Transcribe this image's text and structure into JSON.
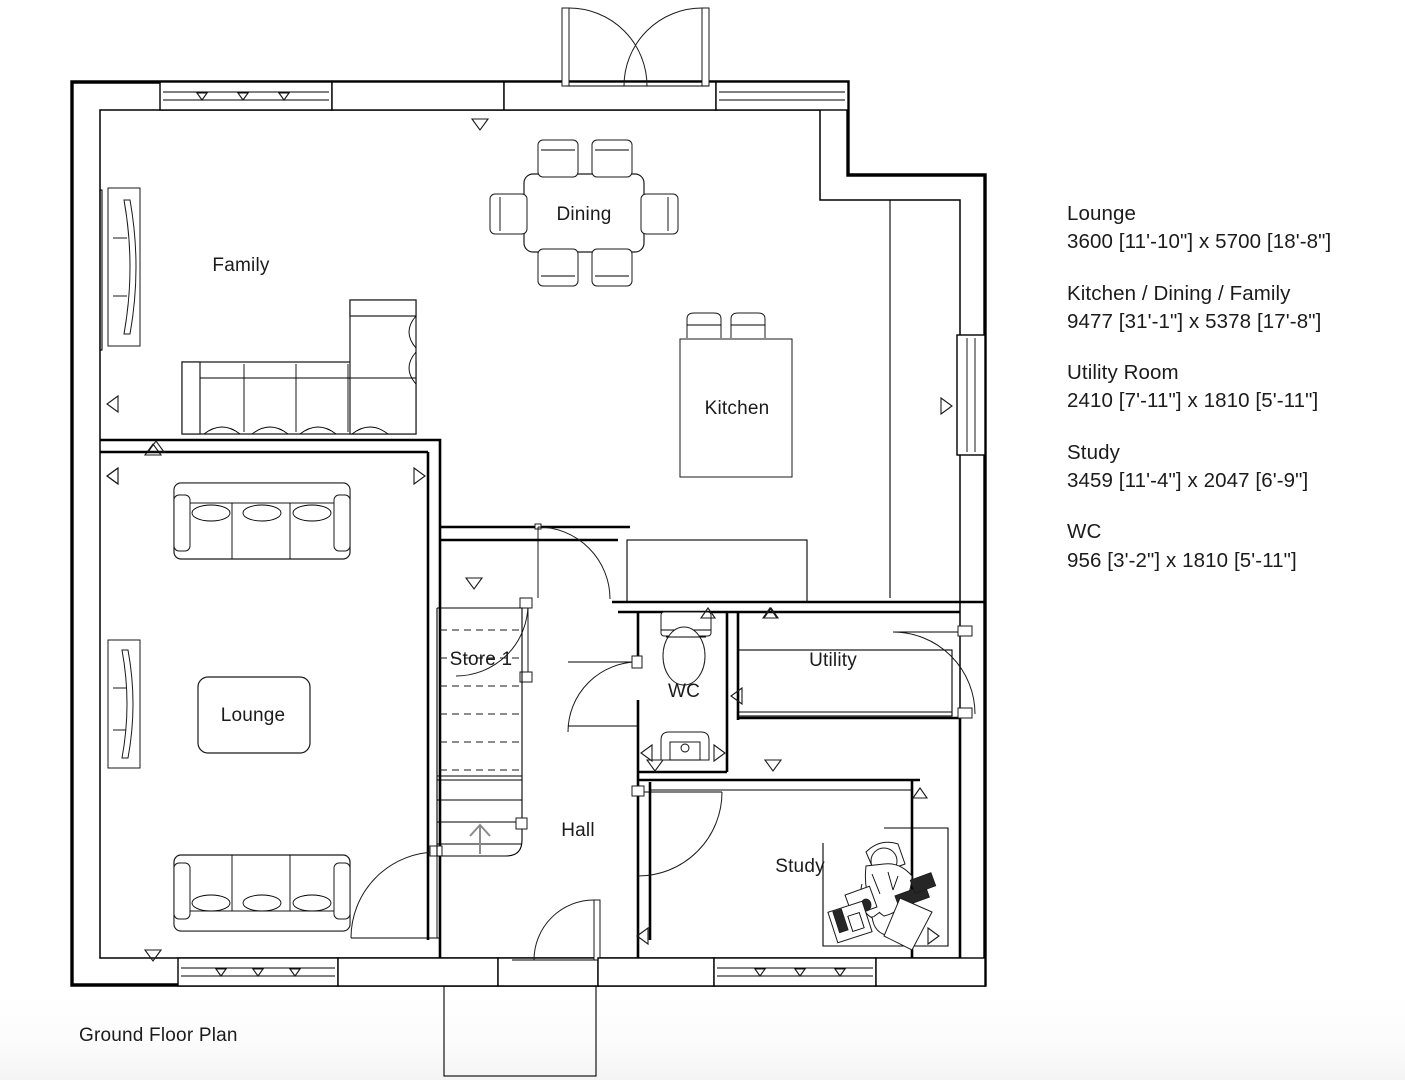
{
  "document": {
    "caption": "Ground Floor Plan",
    "type": "architectural-floor-plan",
    "background_color": "#ffffff",
    "line_color": "#000000"
  },
  "room_schedule": [
    {
      "name": "Lounge",
      "dimensions": "3600 [11'-10\"] x 5700 [18'-8\"]",
      "width_mm": 3600,
      "length_mm": 5700,
      "width_imperial": "11'-10\"",
      "length_imperial": "18'-8\""
    },
    {
      "name": "Kitchen / Dining / Family",
      "dimensions": "9477 [31'-1\"] x 5378 [17'-8\"]",
      "width_mm": 9477,
      "length_mm": 5378,
      "width_imperial": "31'-1\"",
      "length_imperial": "17'-8\""
    },
    {
      "name": "Utility Room",
      "dimensions": "2410 [7'-11\"] x 1810 [5'-11\"]",
      "width_mm": 2410,
      "length_mm": 1810,
      "width_imperial": "7'-11\"",
      "length_imperial": "5'-11\""
    },
    {
      "name": "Study",
      "dimensions": "3459 [11'-4\"] x 2047 [6'-9\"]",
      "width_mm": 3459,
      "length_mm": 2047,
      "width_imperial": "11'-4\"",
      "length_imperial": "6'-9\""
    },
    {
      "name": "WC",
      "dimensions": "956 [3'-2\"] x 1810 [5'-11\"]",
      "width_mm": 956,
      "length_mm": 1810,
      "width_imperial": "3'-2\"",
      "length_imperial": "5'-11\""
    }
  ],
  "room_labels": {
    "family": "Family",
    "dining": "Dining",
    "kitchen": "Kitchen",
    "lounge": "Lounge",
    "store": "Store 1",
    "wc": "WC",
    "utility": "Utility",
    "hall": "Hall",
    "study": "Study"
  },
  "fixtures": {
    "dining_table_chairs": 6,
    "kitchen_island_stools": 2,
    "lounge_sofas": 2,
    "lounge_sofa_seats": 3,
    "family_corner_sofa_seats": 4,
    "wc_toilet": "toilet",
    "wc_basin": "wash-basin",
    "study_occupant": "seated-person-at-desk",
    "stair_direction": "up"
  },
  "openings": {
    "rear_french_doors": "double-doors",
    "front_entrance_door": "single-door",
    "utility_external_door": "single-door",
    "windows_count": 7
  }
}
